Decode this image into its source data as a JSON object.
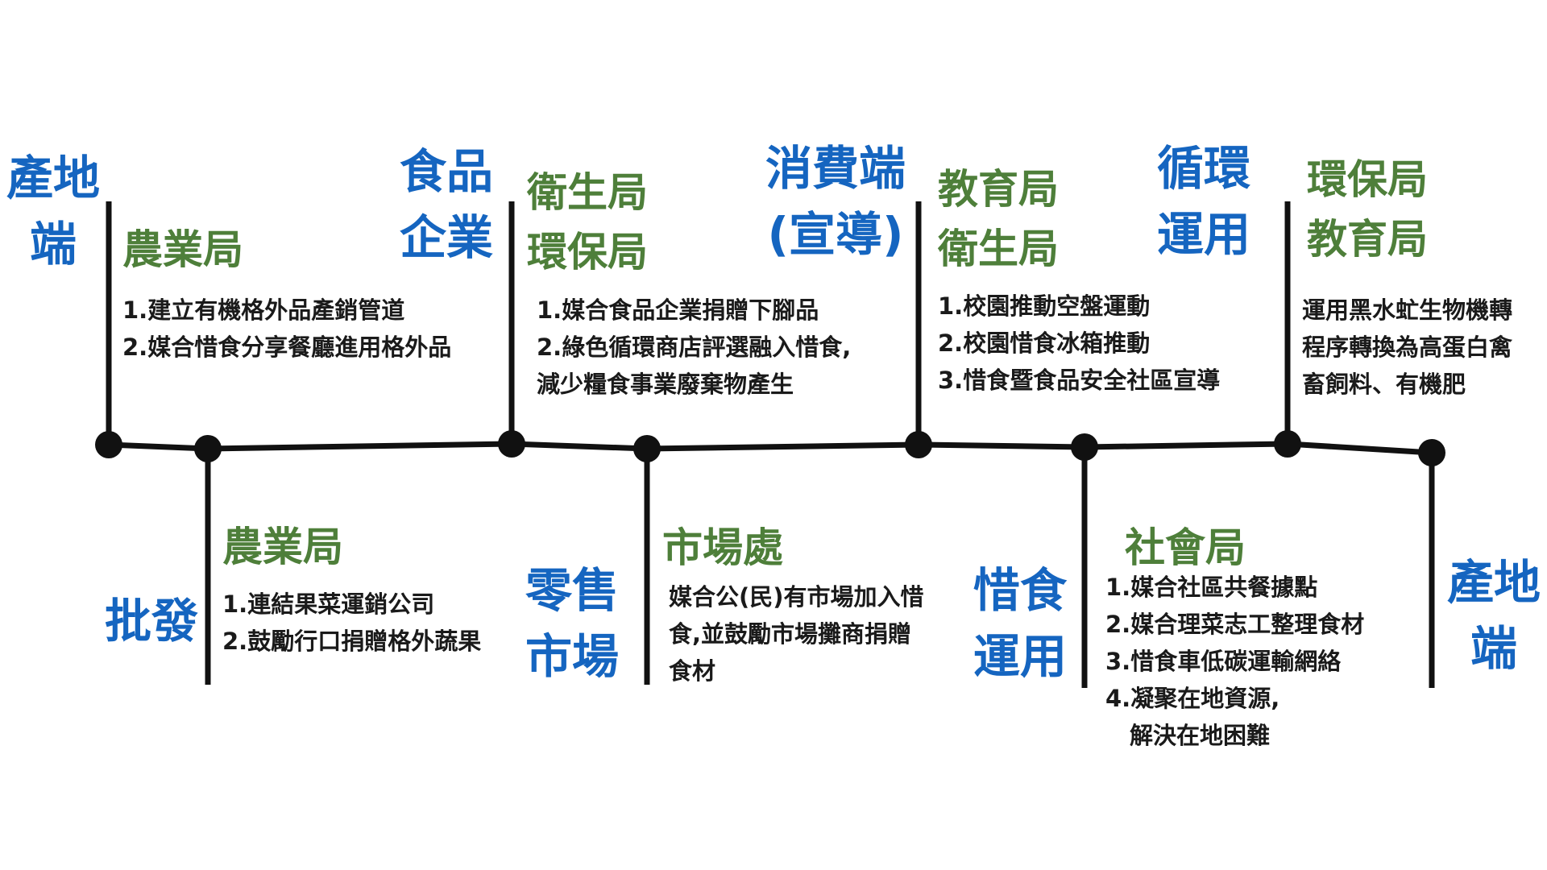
{
  "colors": {
    "stage": "#1565c0",
    "department": "#4e7f3a",
    "text": "#1a1a1a",
    "line": "#111111"
  },
  "stages": {
    "origin_start": [
      "產地",
      "端"
    ],
    "wholesale": [
      "批發"
    ],
    "food_enterprise": [
      "食品",
      "企業"
    ],
    "retail_market": [
      "零售",
      "市場"
    ],
    "consumer": [
      "消費端",
      "(宣導)"
    ],
    "food_rescue": [
      "惜食",
      "運用"
    ],
    "circular_use": [
      "循環",
      "運用"
    ],
    "origin_end": [
      "產地",
      "端"
    ]
  },
  "departments": {
    "agri_top": [
      "農業局"
    ],
    "agri_bottom": [
      "農業局"
    ],
    "health_env": [
      "衛生局",
      "環保局"
    ],
    "market_office": [
      "市場處"
    ],
    "edu_health": [
      "教育局",
      "衛生局"
    ],
    "social": [
      "社會局"
    ],
    "env_edu": [
      "環保局",
      "教育局"
    ]
  },
  "actions": {
    "agri_top": [
      "1.建立有機格外品產銷管道",
      "2.媒合惜食分享餐廳進用格外品"
    ],
    "agri_bottom": [
      "1.連結果菜運銷公司",
      "2.鼓勵行口捐贈格外蔬果"
    ],
    "health_env": [
      "1.媒合食品企業捐贈下腳品",
      "2.綠色循環商店評選融入惜食,",
      "減少糧食事業廢棄物產生"
    ],
    "market_office": [
      "媒合公(民)有市場加入惜",
      "食,並鼓勵市場攤商捐贈",
      "食材"
    ],
    "edu_health": [
      "1.校園推動空盤運動",
      "2.校園惜食冰箱推動",
      "3.惜食暨食品安全社區宣導"
    ],
    "social": [
      "1.媒合社區共餐據點",
      "2.媒合理菜志工整理食材",
      "3.惜食車低碳運輸網絡",
      "4.凝聚在地資源,",
      "解決在地困難"
    ],
    "env_edu": [
      "運用黑水虻生物機轉",
      "程序轉換為高蛋白禽",
      "畜飼料、有機肥"
    ]
  }
}
